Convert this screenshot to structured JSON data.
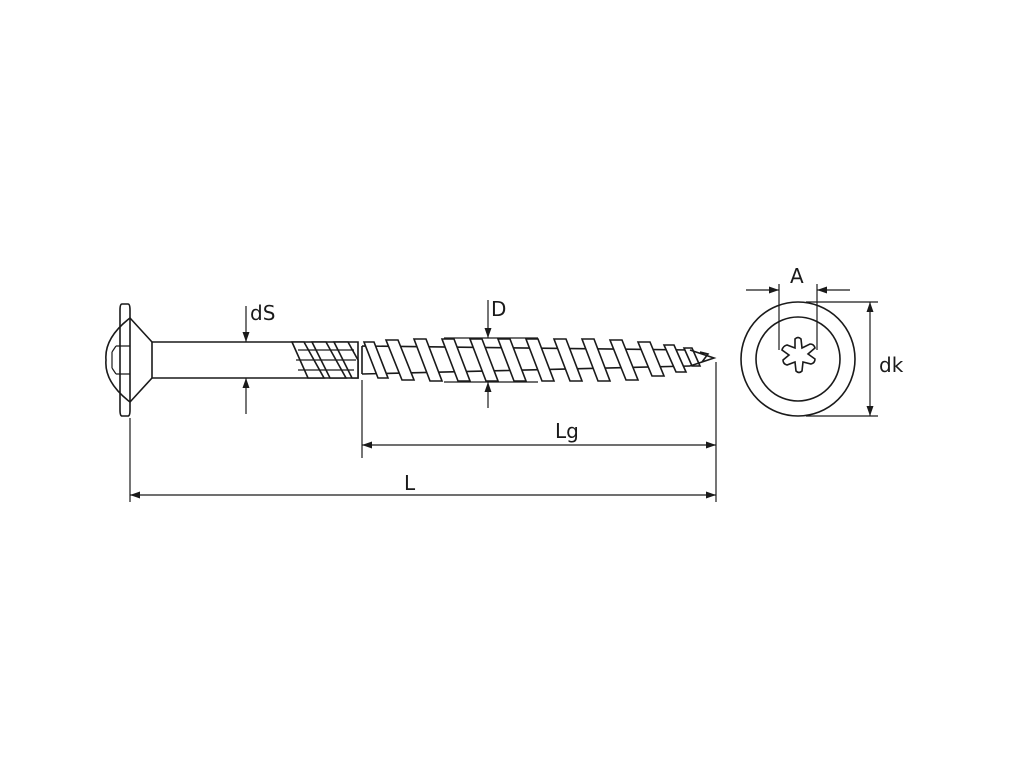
{
  "diagram": {
    "labels": {
      "shank_diameter": "dS",
      "thread_diameter": "D",
      "thread_length": "Lg",
      "total_length": "L",
      "drive_size": "A",
      "head_diameter": "dk"
    },
    "colors": {
      "line": "#1a1a1a",
      "background": "#ffffff"
    },
    "icons": {
      "drive": "torx-drive-icon"
    }
  }
}
